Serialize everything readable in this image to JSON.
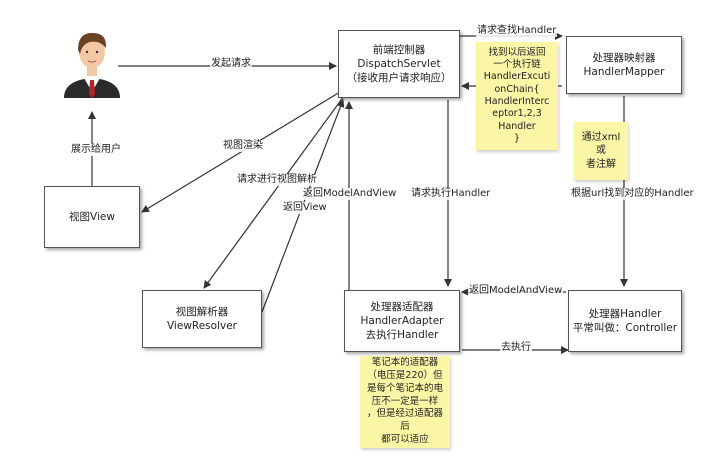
{
  "nodes": {
    "dispatcher": [
      "前端控制器",
      "DispatchServlet",
      "（接收用户请求响应）"
    ],
    "mapper": [
      "处理器映射器",
      "HandlerMapper"
    ],
    "view": [
      "视图View"
    ],
    "resolver": [
      "视图解析器",
      "ViewResolver"
    ],
    "adapter": [
      "处理器适配器",
      "HandlerAdapter",
      "去执行Handler"
    ],
    "handler": [
      "处理器Handler",
      "平常叫做：Controller"
    ]
  },
  "notes": {
    "chain": [
      "找到以后返回",
      "一个执行链",
      "HandlerExcuti",
      "onChain{",
      "HandlerInterc",
      "eptor1,2,3",
      "Handler",
      "}"
    ],
    "xml": [
      "通过xml或",
      "者注解"
    ],
    "adapter_note": [
      "笔记本的适配器",
      "（电压是220）但",
      "是每个笔记本的电",
      "压不一定是一样",
      "，但是经过适配器后",
      "都可以适应"
    ]
  },
  "edges": {
    "send_request": "发起请求",
    "show_user": "展示给用户",
    "view_render": "视图渲染",
    "request_resolve": "请求进行视图解析",
    "return_view": "返回View",
    "return_mav_top": "返回ModelAndView",
    "request_execute": "请求执行Handler",
    "request_find": "请求查找Handler",
    "find_by_url": "根据url找到对应的Handler",
    "return_mav_bottom": "返回ModelAndView",
    "go_execute": "去执行"
  },
  "colors": {
    "note": "#fbf5a6",
    "arrow": "#333333",
    "suit": "#2b2b2b",
    "tie": "#b0272b",
    "skin": "#f3c9a5",
    "hair": "#6b4226"
  },
  "icons": {
    "user": "user-avatar-icon"
  }
}
